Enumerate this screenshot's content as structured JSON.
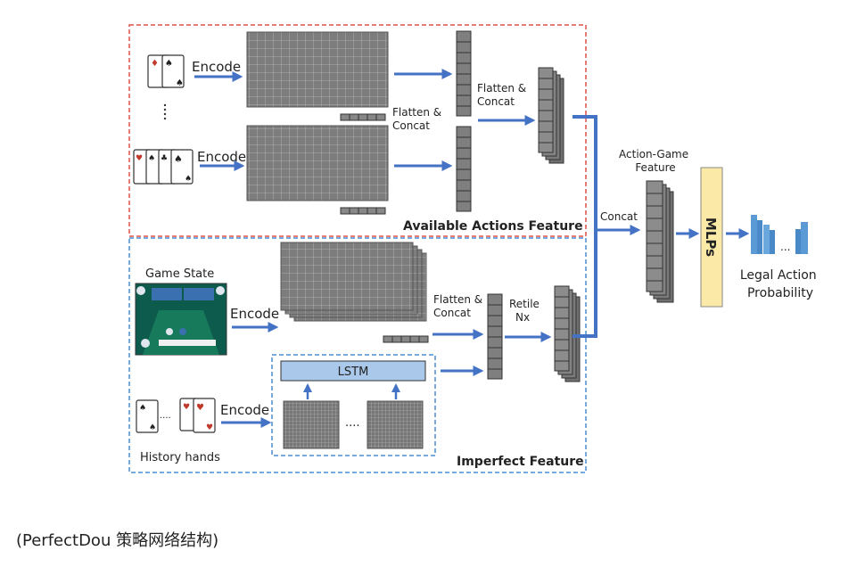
{
  "diagram": {
    "available_box_title": "Available Actions Feature",
    "imperfect_box_title": "Imperfect Feature",
    "encode_label": "Encode",
    "flatten_concat_line1": "Flatten &",
    "flatten_concat_line2": "Concat",
    "concat_label": "Concat",
    "retile_line1": "Retile",
    "retile_line2": "Nx",
    "game_state_label": "Game State",
    "history_hands_label": "History hands",
    "lstm_label": "LSTM",
    "dots_label": "....",
    "ellipsis_label": "...",
    "action_game_line1": "Action-Game",
    "action_game_line2": "Feature",
    "mlps_label": "MLPs",
    "legal_action_line1": "Legal Action",
    "legal_action_line2": "Probability",
    "colors": {
      "red_dash": "#e0504a",
      "blue_dash": "#4a8ed0",
      "arrow": "#4472c4",
      "grid": "#7a7a7a",
      "mlps_fill": "#fbe9a8",
      "lstm_fill": "#a9c8ea",
      "prob_bar": "#5b9bd5"
    }
  },
  "caption": "(PerfectDou 策略网络结构)"
}
